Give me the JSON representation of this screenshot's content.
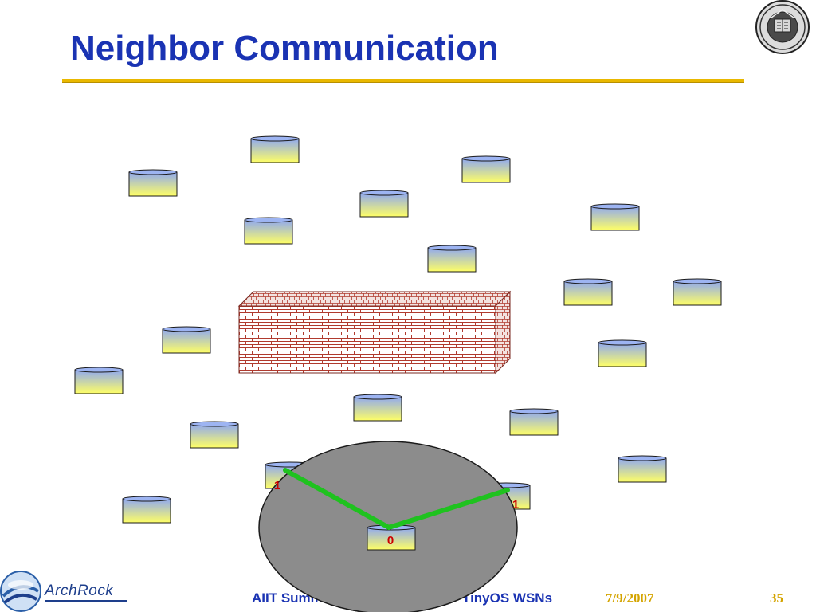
{
  "slide": {
    "title": "Neighbor Communication",
    "footer": {
      "left_text": "AIIT Summ",
      "center_text": "TinyOS WSNs",
      "date": "7/9/2007",
      "page_number": "35",
      "brand": "ArchRock"
    },
    "colors": {
      "title": "#1a33b3",
      "rule": "#e9b800",
      "node_top": "#8fa8f0",
      "node_bottom": "#ffff66",
      "link": "#1fc21f",
      "range": "#8c8c8c",
      "hop_label": "#cc0000",
      "wall": "#b03a2e"
    },
    "logo": "university-seal-icon"
  },
  "diagram": {
    "hop_labels": {
      "root": "0",
      "left": "1",
      "right": "1"
    }
  }
}
